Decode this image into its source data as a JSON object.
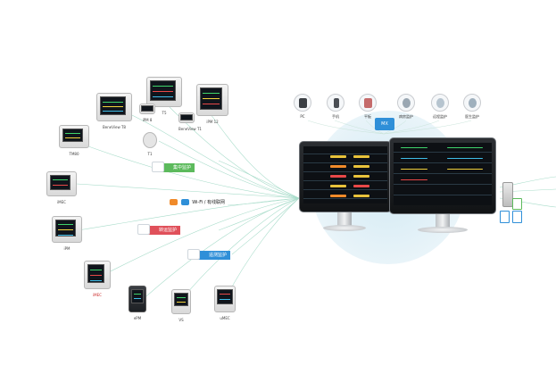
{
  "labels": {
    "tag_central": "集中监护",
    "tag_wifi": "Wi-Fi / 有线联网",
    "tag_transfer": "转运监护",
    "tag_telemetry": "遥测监护",
    "hub_badge": "MX"
  },
  "left_devices": [
    {
      "label": "BeneView T8"
    },
    {
      "label": "T5"
    },
    {
      "label": "iPM 12"
    },
    {
      "label": "iPM 8"
    },
    {
      "label": "BeneView T1"
    },
    {
      "label": "TM80"
    },
    {
      "label": "T1"
    },
    {
      "label": "iMEC"
    },
    {
      "label": "iPM"
    },
    {
      "label": "iMEC"
    },
    {
      "label": "ePM"
    },
    {
      "label": "VS"
    },
    {
      "label": "uMEC"
    }
  ],
  "top_icons": [
    {
      "label": "PC",
      "icon": "laptop-icon",
      "color": "#3b3f44"
    },
    {
      "label": "手机",
      "icon": "phone-icon",
      "color": "#4a4e54"
    },
    {
      "label": "平板",
      "icon": "hand-device-icon",
      "color": "#c56b6b"
    },
    {
      "label": "病房监护",
      "icon": "patient-icon",
      "color": "#9aa7b2"
    },
    {
      "label": "远程监护",
      "icon": "doctor-icon",
      "color": "#b6c4cf"
    },
    {
      "label": "医生监护",
      "icon": "nurse-icon",
      "color": "#9fb0bd"
    }
  ],
  "colors": {
    "green": "#5cba5c",
    "blue": "#2f8fd8",
    "red": "#e0505a",
    "lines": "#9fd6c9",
    "halo": "#cfe8f2"
  }
}
